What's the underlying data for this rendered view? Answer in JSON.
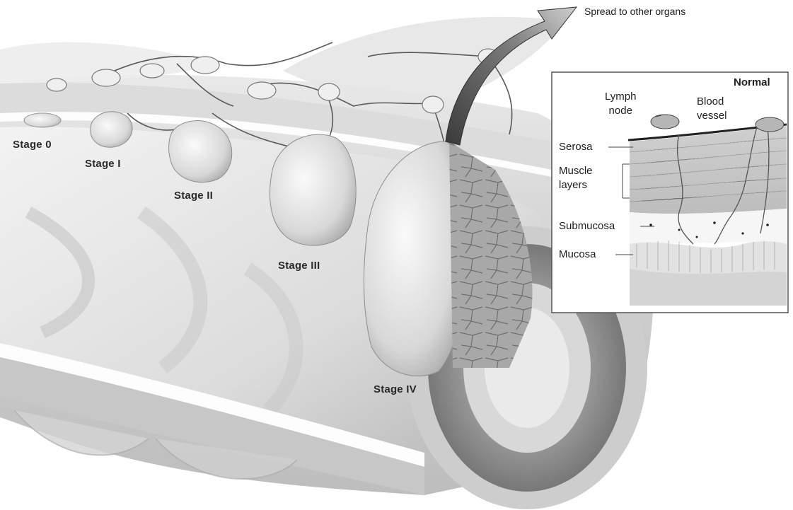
{
  "figure": {
    "spread_label": "Spread to other organs",
    "stages": {
      "stage0": "Stage 0",
      "stage1": "Stage I",
      "stage2": "Stage II",
      "stage3": "Stage III",
      "stage4": "Stage IV"
    },
    "inset": {
      "title": "Normal",
      "lymph_node": [
        "Lymph",
        "node"
      ],
      "blood_vessel": [
        "Blood",
        "vessel"
      ],
      "serosa": "Serosa",
      "muscle_layers": [
        "Muscle",
        "layers"
      ],
      "submucosa": "Submucosa",
      "mucosa": "Mucosa"
    }
  }
}
